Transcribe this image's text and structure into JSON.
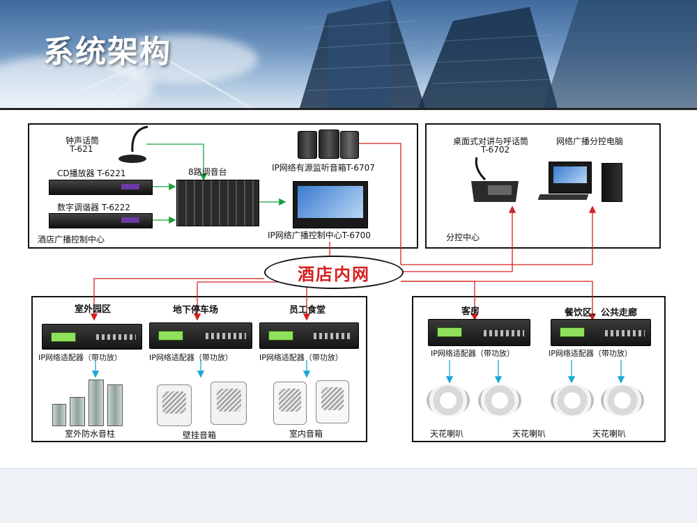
{
  "title": "系统架构",
  "network_label": "酒店内网",
  "control_center": {
    "label": "酒店广播控制中心",
    "devices": [
      {
        "label1": "钟声话筒",
        "label2": "T-621"
      },
      {
        "label1": "CD播放器 T-6221"
      },
      {
        "label1": "数字调谐器 T-6222"
      },
      {
        "label1": "8路调音台"
      },
      {
        "label1": "IP网络有源监听音箱T-6707"
      },
      {
        "label1": "IP网络广播控制中心T-6700"
      }
    ]
  },
  "branch_center": {
    "label": "分控中心",
    "devices": [
      {
        "label1": "桌面式对讲与呼话筒",
        "label2": "T-6702"
      },
      {
        "label1": "网络广播分控电脑"
      }
    ]
  },
  "zones_left": [
    {
      "name": "室外园区",
      "adapter": "IP网络适配器（带功放）",
      "speaker": "室外防水音柱"
    },
    {
      "name": "地下停车场",
      "adapter": "IP网络适配器（带功放）",
      "speaker": "壁挂音箱"
    },
    {
      "name": "员工食堂",
      "adapter": "IP网络适配器（带功放）",
      "speaker": "室内音箱"
    }
  ],
  "zones_right": [
    {
      "name": "客房",
      "adapter": "IP网络适配器（带功放）"
    },
    {
      "name": "餐饮区、公共走廊",
      "adapter": "IP网络适配器（带功放）"
    }
  ],
  "ceiling_labels": [
    "天花喇叭",
    "天花喇叭",
    "天花喇叭"
  ],
  "colors": {
    "signal_line": "#d42020",
    "audio_line": "#1aa040",
    "speaker_line": "#1aa8d8"
  }
}
